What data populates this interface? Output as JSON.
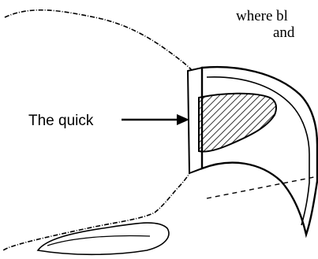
{
  "labels": {
    "note_line1": "where bl",
    "note_line2": "and",
    "quick": "The quick"
  },
  "colors": {
    "ink": "#000000",
    "background": "#ffffff"
  }
}
